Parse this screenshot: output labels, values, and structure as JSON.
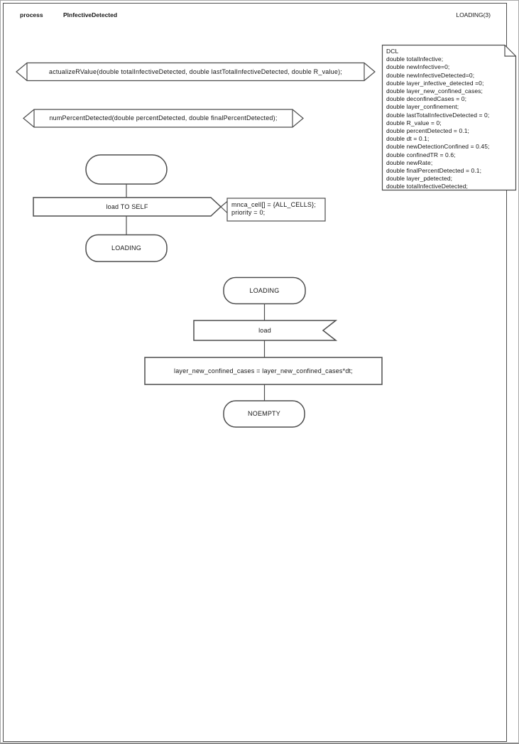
{
  "header": {
    "kind_label": "process",
    "process_name": "PInfectiveDetected",
    "page_label": "LOADING(3)"
  },
  "procedure_declarations": [
    {
      "signature": "actualizeRValue(double totalInfectiveDetected, double lastTotalInfectiveDetected, double R_value);"
    },
    {
      "signature": "numPercentDetected(double percentDetected, double finalPercentDetected);"
    }
  ],
  "declarations": {
    "title": "DCL",
    "lines": [
      "double totalInfective;",
      "double newInfective=0;",
      "double newInfectiveDetected=0;",
      "double layer_infective_detected =0;",
      "double layer_new_confined_cases;",
      "double deconfinedCases = 0;",
      "double layer_confinement;",
      "double lastTotalInfectiveDetected = 0;",
      "double R_value = 0;",
      "double percentDetected = 0.1;",
      "double dt = 0.1;",
      "double newDetectionConfined = 0.45;",
      "double confinedTR = 0.6;",
      "double newRate;",
      "double finalPercentDetected = 0.1;",
      "double layer_pdetected;",
      "double totalInfectiveDetected;"
    ]
  },
  "start_flow": {
    "output_label": "load TO SELF",
    "output_params": [
      "mnca_cell[] = {ALL_CELLS};",
      "priority = 0;"
    ],
    "next_state": "LOADING"
  },
  "loading_flow": {
    "state": "LOADING",
    "input_label": "load",
    "task": "layer_new_confined_cases = layer_new_confined_cases*dt;",
    "next_state": "NOEMPTY"
  },
  "colors": {
    "stroke": "#4d4d4d",
    "text": "#161616",
    "fill": "#ffffff"
  }
}
